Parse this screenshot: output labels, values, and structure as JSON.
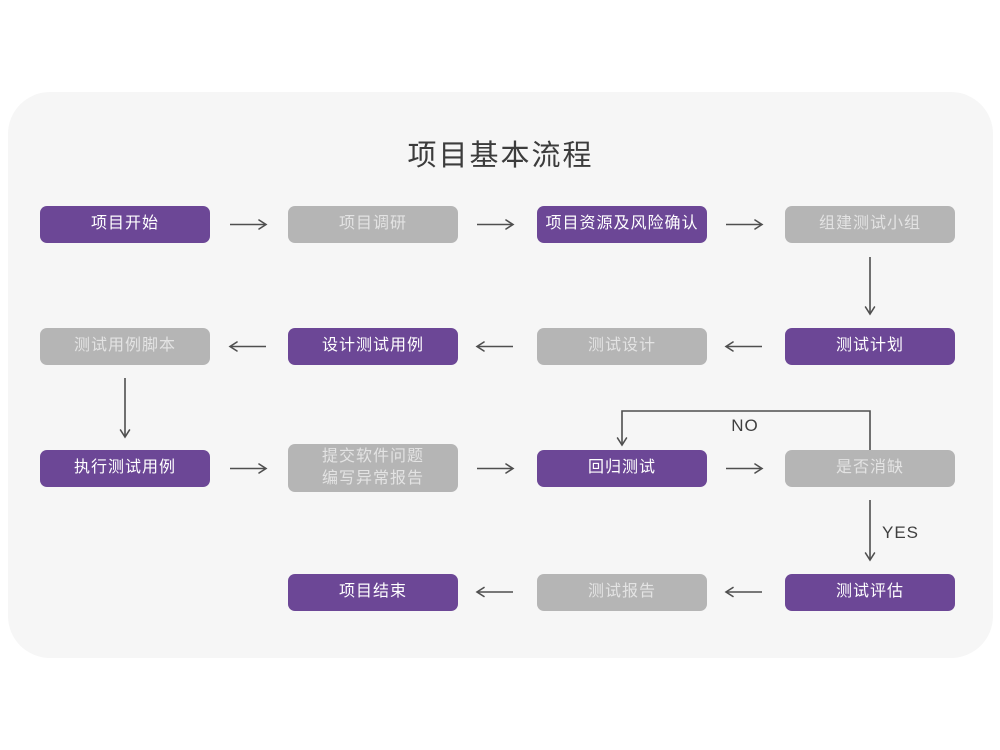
{
  "title": "项目基本流程",
  "colors": {
    "primary": "#6C4796",
    "secondary": "#B5B5B5",
    "panel": "#F6F6F6",
    "arrow": "#4F4F4F",
    "text_on_primary": "#FFFFFF",
    "text_on_secondary": "#E3E3E3",
    "title": "#3C3C3C"
  },
  "nodes": [
    {
      "id": "project-start",
      "label": "项目开始",
      "variant": "primary"
    },
    {
      "id": "project-research",
      "label": "项目调研",
      "variant": "secondary"
    },
    {
      "id": "resource-risk-confirm",
      "label": "项目资源及风险确认",
      "variant": "primary"
    },
    {
      "id": "build-test-team",
      "label": "组建测试小组",
      "variant": "secondary"
    },
    {
      "id": "test-case-script",
      "label": "测试用例脚本",
      "variant": "secondary"
    },
    {
      "id": "design-test-case",
      "label": "设计测试用例",
      "variant": "primary"
    },
    {
      "id": "test-design",
      "label": "测试设计",
      "variant": "secondary"
    },
    {
      "id": "test-plan",
      "label": "测试计划",
      "variant": "primary"
    },
    {
      "id": "execute-test-case",
      "label": "执行测试用例",
      "variant": "primary"
    },
    {
      "id": "submit-issue-report",
      "label": "提交软件问题\n编写异常报告",
      "variant": "secondary"
    },
    {
      "id": "regression-test",
      "label": "回归测试",
      "variant": "primary"
    },
    {
      "id": "defect-cleared",
      "label": "是否消缺",
      "variant": "secondary"
    },
    {
      "id": "project-end",
      "label": "项目结束",
      "variant": "primary"
    },
    {
      "id": "test-report",
      "label": "测试报告",
      "variant": "secondary"
    },
    {
      "id": "test-evaluate",
      "label": "测试评估",
      "variant": "primary"
    }
  ],
  "edges": [
    {
      "from": "project-start",
      "to": "project-research"
    },
    {
      "from": "project-research",
      "to": "resource-risk-confirm"
    },
    {
      "from": "resource-risk-confirm",
      "to": "build-test-team"
    },
    {
      "from": "build-test-team",
      "to": "test-plan"
    },
    {
      "from": "test-plan",
      "to": "test-design"
    },
    {
      "from": "test-design",
      "to": "design-test-case"
    },
    {
      "from": "design-test-case",
      "to": "test-case-script"
    },
    {
      "from": "test-case-script",
      "to": "execute-test-case"
    },
    {
      "from": "execute-test-case",
      "to": "submit-issue-report"
    },
    {
      "from": "submit-issue-report",
      "to": "regression-test"
    },
    {
      "from": "regression-test",
      "to": "defect-cleared"
    },
    {
      "from": "defect-cleared",
      "to": "regression-test",
      "label": "NO"
    },
    {
      "from": "defect-cleared",
      "to": "test-evaluate",
      "label": "YES"
    },
    {
      "from": "test-evaluate",
      "to": "test-report"
    },
    {
      "from": "test-report",
      "to": "project-end"
    }
  ],
  "edge_labels": {
    "no": "NO",
    "yes": "YES"
  }
}
